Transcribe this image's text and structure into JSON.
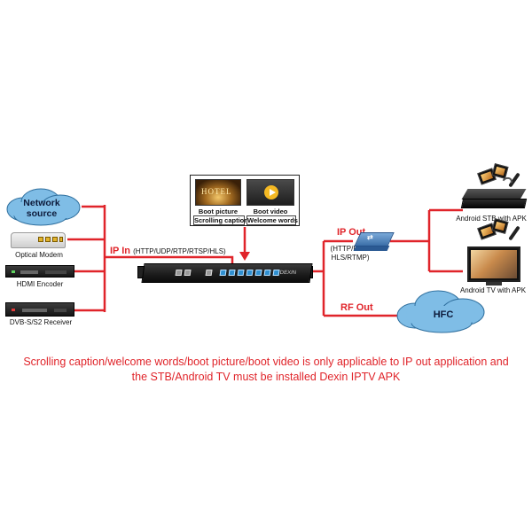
{
  "sources": {
    "network_source": "Network source",
    "optical_modem": "Optical Modem",
    "hdmi_encoder": "HDMI Encoder",
    "dvb_receiver": "DVB-S/S2 Receiver"
  },
  "boot_panel": {
    "hotel_word": "HOTEL",
    "boot_picture": "Boot picture",
    "boot_video": "Boot video",
    "scrolling_caption": "Scrolling caption",
    "welcome_words": "Welcome words"
  },
  "device": {
    "brand": "DEXIN"
  },
  "links": {
    "ip_in": "IP In",
    "ip_in_protocols": "(HTTP/UDP/RTP/RTSP/HLS)",
    "ip_out": "IP Out",
    "ip_out_protocols_line1": "(HTTP/UDP/",
    "ip_out_protocols_line2": "HLS/RTMP)",
    "rf_out": "RF Out"
  },
  "outputs": {
    "hfc": "HFC",
    "android_stb": "Android STB with APK",
    "android_tv": "Android TV with APK"
  },
  "note": {
    "line1": "Scrolling caption/welcome words/boot picture/boot video is only applicable to IP out application and",
    "line2": "the STB/Android TV must be installed Dexin IPTV APK"
  },
  "colors": {
    "accent_red": "#e0242a",
    "cloud_blue": "#7fbde6"
  }
}
